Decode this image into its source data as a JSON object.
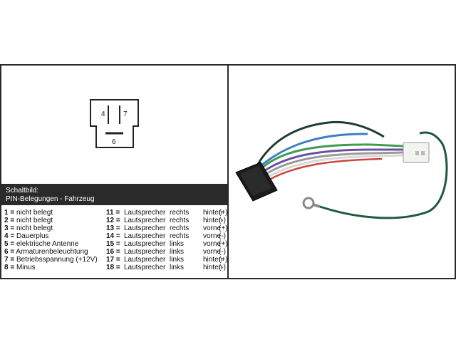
{
  "connector": {
    "pin_left": "4",
    "pin_right": "7",
    "pin_bottom": "6"
  },
  "header": {
    "title": "Schaltbild:",
    "subtitle": "PIN-Belegungen - Fahrzeug"
  },
  "pins_left": [
    {
      "num": "1 =",
      "label": "nicht belegt"
    },
    {
      "num": "2 =",
      "label": "nicht belegt"
    },
    {
      "num": "3 =",
      "label": "nicht belegt"
    },
    {
      "num": "4 =",
      "label": "Dauerplus"
    },
    {
      "num": "5 =",
      "label": "elektrische Antenne"
    },
    {
      "num": "6 =",
      "label": "Armaturenbeleuchtung"
    },
    {
      "num": "7 =",
      "label": "Betriebsspannung (+12V)"
    },
    {
      "num": "8 =",
      "label": "Minus"
    }
  ],
  "pins_right": [
    {
      "num": "11 =",
      "a": "Lautsprecher",
      "b": "rechts",
      "c": "hinten",
      "d": "(+)"
    },
    {
      "num": "12 =",
      "a": "Lautsprecher",
      "b": "rechts",
      "c": "hinten",
      "d": "(-)"
    },
    {
      "num": "13 =",
      "a": "Lautsprecher",
      "b": "rechts",
      "c": "vorne",
      "d": "(+)"
    },
    {
      "num": "14 =",
      "a": "Lautsprecher",
      "b": "rechts",
      "c": "vorne",
      "d": "(-)"
    },
    {
      "num": "15 =",
      "a": "Lautsprecher",
      "b": "links",
      "c": "vorne",
      "d": "(+)"
    },
    {
      "num": "16 =",
      "a": "Lautsprecher",
      "b": "links",
      "c": "vorne",
      "d": "(-)"
    },
    {
      "num": "17 =",
      "a": "Lautsprecher",
      "b": "links",
      "c": "hinten",
      "d": "(+)"
    },
    {
      "num": "18 =",
      "a": "Lautsprecher",
      "b": "links",
      "c": "hinten",
      "d": "(-)"
    }
  ]
}
